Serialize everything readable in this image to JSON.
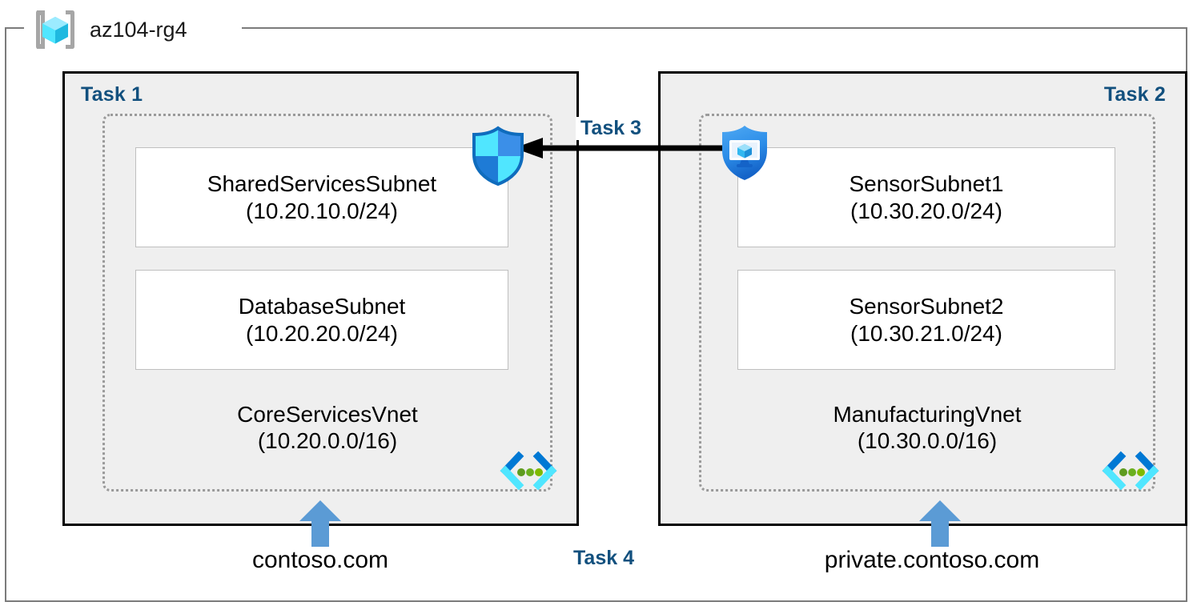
{
  "resource_group": {
    "name": "az104-rg4",
    "icon": "azure-resource-group-cube-icon"
  },
  "panels": [
    {
      "id": "left",
      "task_label": "Task 1",
      "vnet": {
        "name": "CoreServicesVnet",
        "cidr": "(10.20.0.0/16)",
        "icon": "virtual-network-code-brackets-icon",
        "subnets": [
          {
            "name": "SharedServicesSubnet",
            "cidr": "(10.20.10.0/24)"
          },
          {
            "name": "DatabaseSubnet",
            "cidr": "(10.20.20.0/24)"
          }
        ]
      },
      "dns_zone": "contoso.com"
    },
    {
      "id": "right",
      "task_label": "Task 2",
      "vnet": {
        "name": "ManufacturingVnet",
        "cidr": "(10.30.0.0/16)",
        "icon": "virtual-network-code-brackets-icon",
        "subnets": [
          {
            "name": "SensorSubnet1",
            "cidr": "(10.30.20.0/24)"
          },
          {
            "name": "SensorSubnet2",
            "cidr": "(10.30.21.0/24)"
          }
        ]
      },
      "dns_zone": "private.contoso.com"
    }
  ],
  "connection": {
    "label": "Task 3",
    "icon_source": "bastion-shield-monitor-icon",
    "icon_target": "security-shield-icon",
    "direction": "right-to-left"
  },
  "dns": {
    "label": "Task 4",
    "arrow_icon": "up-arrow-icon"
  },
  "colors": {
    "task_label": "#12507E",
    "panel_fill": "#EFEFEF",
    "panel_border": "#000000",
    "vnet_border": "#9A9A9A",
    "subnet_border": "#BFBFBF",
    "rg_border": "#7B7B7B",
    "up_arrow": "#5B9BD5",
    "connector_arrow": "#000000",
    "icon_cyan": "#50E6FF",
    "icon_blue": "#0078D4",
    "icon_green": "#7FBA00"
  }
}
